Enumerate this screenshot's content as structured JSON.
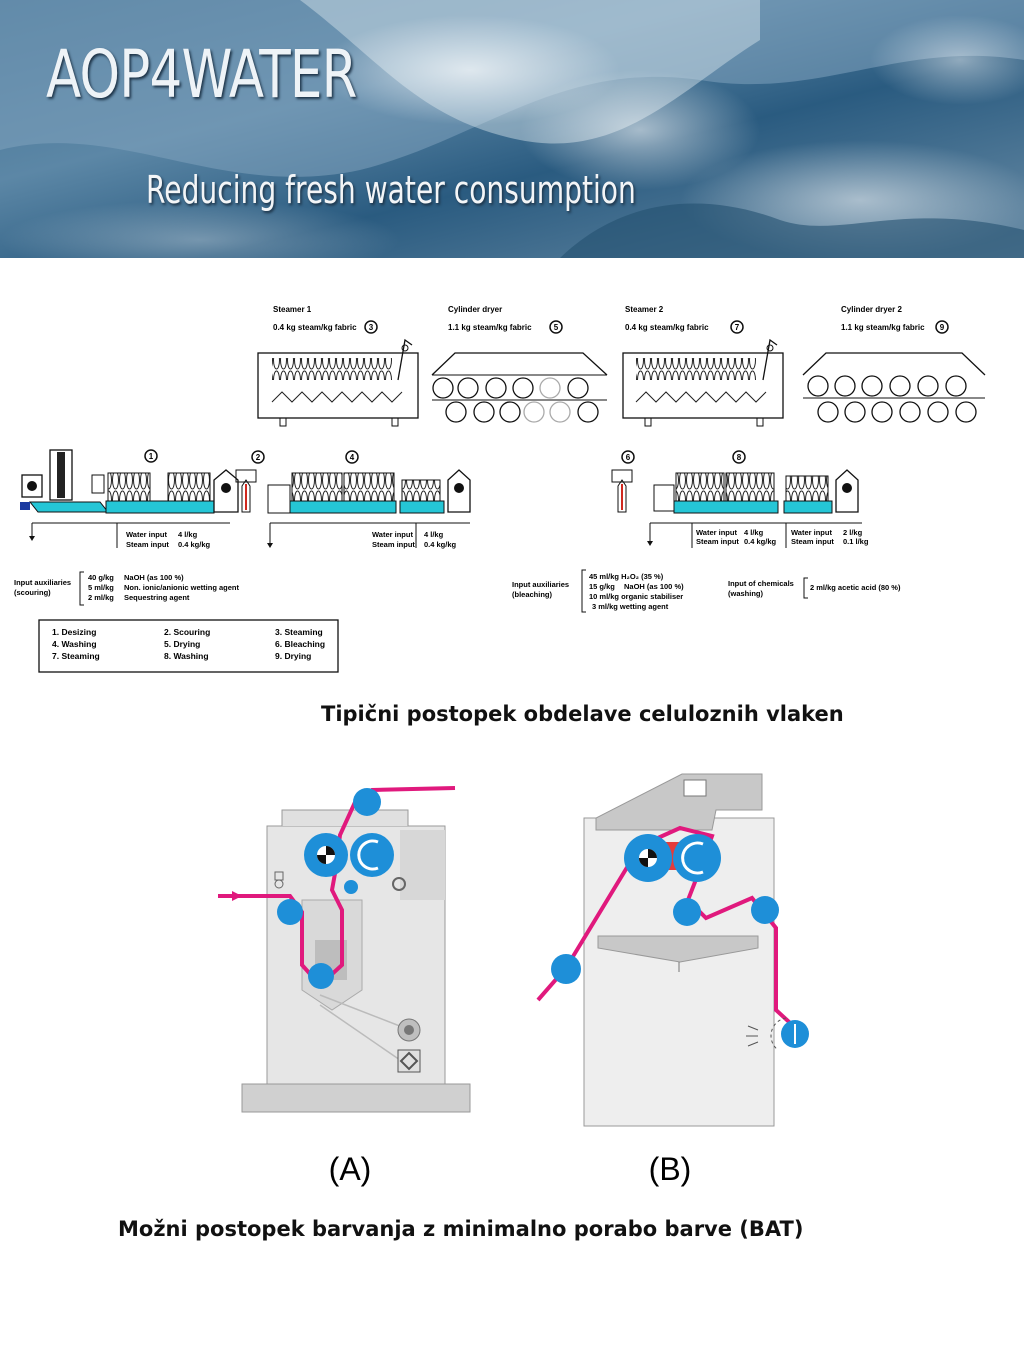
{
  "header": {
    "brand": "AOP4WATER",
    "tagline": "Reducing fresh water consumption"
  },
  "process": {
    "units": [
      {
        "title": "Steamer 1",
        "spec": "0.4 kg steam/kg fabric",
        "num": "3"
      },
      {
        "title": "Cylinder dryer",
        "spec": "1.1 kg steam/kg fabric",
        "num": "5"
      },
      {
        "title": "Steamer 2",
        "spec": "0.4 kg steam/kg fabric",
        "num": "7"
      },
      {
        "title": "Cylinder dryer 2",
        "spec": "1.1 kg steam/kg fabric",
        "num": "9"
      }
    ],
    "step_numbers": [
      "1",
      "2",
      "4",
      "6",
      "8"
    ],
    "inputs": [
      {
        "water_label": "Water input",
        "water_value": "4 l/kg",
        "steam_label": "Steam input",
        "steam_value": "0.4 kg/kg"
      },
      {
        "water_label": "Water input",
        "water_value": "4 l/kg",
        "steam_label": "Steam input",
        "steam_value": "0.4 kg/kg"
      },
      {
        "water_label": "Water input",
        "water_value": "4 l/kg",
        "steam_label": "Steam input",
        "steam_value": "0.4 kg/kg"
      },
      {
        "water_label": "Water input",
        "water_value": "2 l/kg",
        "steam_label": "Steam input",
        "steam_value": "0.1 l/kg"
      }
    ],
    "scouring": {
      "label_1": "Input auxiliaries",
      "label_2": "(scouring)",
      "rows": [
        {
          "qty": "40 g/kg",
          "name": "NaOH (as 100 %)"
        },
        {
          "qty": "5 ml/kg",
          "name": "Non. ionic/anionic wetting agent"
        },
        {
          "qty": "2 ml/kg",
          "name": "Sequestring agent"
        }
      ]
    },
    "bleaching": {
      "label_1": "Input auxiliaries",
      "label_2": "(bleaching)",
      "rows": [
        {
          "qty": "45 ml/kg H₂O₂ (35 %)",
          "name": ""
        },
        {
          "qty": "15 g/kg",
          "name": "NaOH (as 100 %)"
        },
        {
          "qty": "10 ml/kg organic stabiliser",
          "name": ""
        },
        {
          "qty": "3 ml/kg wetting agent",
          "name": ""
        }
      ]
    },
    "washing": {
      "label_1": "Input of chemicals",
      "label_2": "(washing)",
      "value": "2 ml/kg acetic acid (80 %)"
    },
    "legend": [
      [
        "1. Desizing",
        "2. Scouring",
        "3. Steaming"
      ],
      [
        "4. Washing",
        "5. Drying",
        "6. Bleaching"
      ],
      [
        "7. Steaming",
        "8. Washing",
        "9. Drying"
      ]
    ],
    "caption": "Tipični postopek obdelave celuloznih vlaken"
  },
  "dyeing": {
    "label_a": "(A)",
    "label_b": "(B)",
    "caption": "Možni postopek barvanja z minimalno porabo barve (BAT)"
  },
  "colors": {
    "fabric": "#e0197d",
    "roller": "#1e8fd8",
    "machine_fill": "#e6e6e6",
    "machine_dark": "#a9a9a9",
    "bath": "#25c6d6"
  }
}
